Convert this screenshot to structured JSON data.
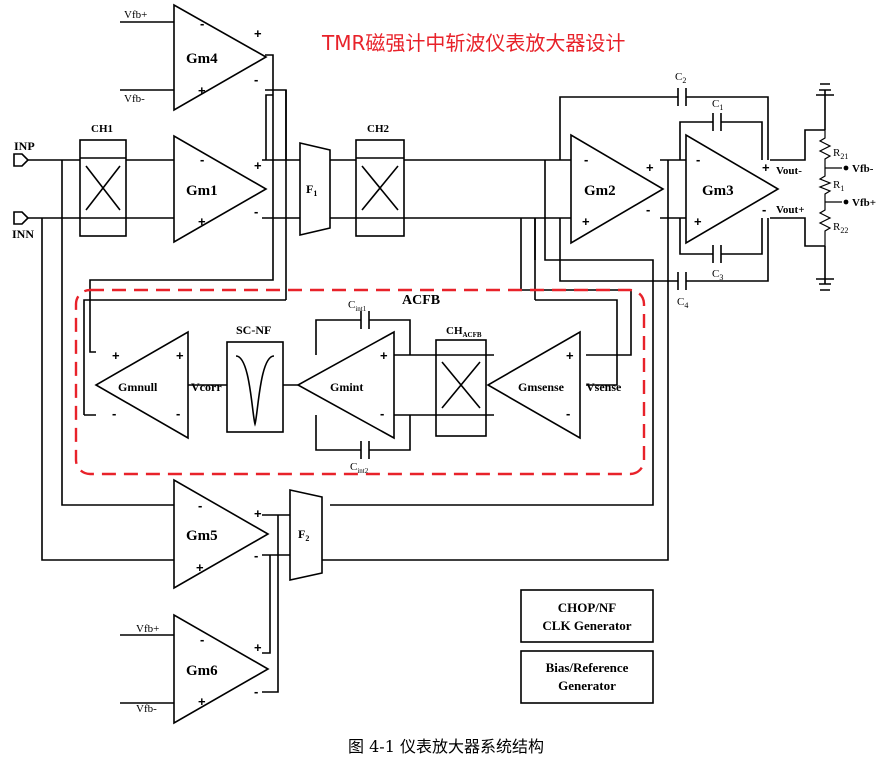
{
  "title": "TMR磁强计中斩波仪表放大器设计",
  "caption": "图 4-1 仪表放大器系统结构",
  "ports": {
    "inp": "INP",
    "inn": "INN",
    "vfb_plus": "Vfb+",
    "vfb_minus": "Vfb-",
    "vout_minus": "Vout-",
    "vout_plus": "Vout+"
  },
  "amplifiers": {
    "gm1": "Gm1",
    "gm2": "Gm2",
    "gm3": "Gm3",
    "gm4": "Gm4",
    "gm5": "Gm5",
    "gm6": "Gm6",
    "gmnull": "Gmnull",
    "gmint": "Gmint",
    "gmsense": "Gmsense"
  },
  "blocks": {
    "ch1": "CH1",
    "ch2": "CH2",
    "ch_acfb": "CH",
    "ch_acfb_sub": "ACFB",
    "f1": "F",
    "f1_sub": "1",
    "f2": "F",
    "f2_sub": "2",
    "scnf": "SC-NF",
    "acfb": "ACFB",
    "vcorr": "Vcorr",
    "vsense": "Vsense"
  },
  "components": {
    "c1": "C",
    "c1_sub": "1",
    "c2": "C",
    "c2_sub": "2",
    "c3": "C",
    "c3_sub": "3",
    "c4": "C",
    "c4_sub": "4",
    "cint1": "C",
    "cint1_sub": "int1",
    "cint2": "C",
    "cint2_sub": "int2",
    "r1": "R",
    "r1_sub": "1",
    "r21": "R",
    "r21_sub": "21",
    "r22": "R",
    "r22_sub": "22"
  },
  "generators": {
    "chop_line1": "CHOP/NF",
    "chop_line2": "CLK Generator",
    "bias_line1": "Bias/Reference",
    "bias_line2": "Generator"
  },
  "signs": {
    "minus": "-",
    "plus": "+"
  },
  "colors": {
    "accent": "#e8222a",
    "line": "#000000"
  }
}
